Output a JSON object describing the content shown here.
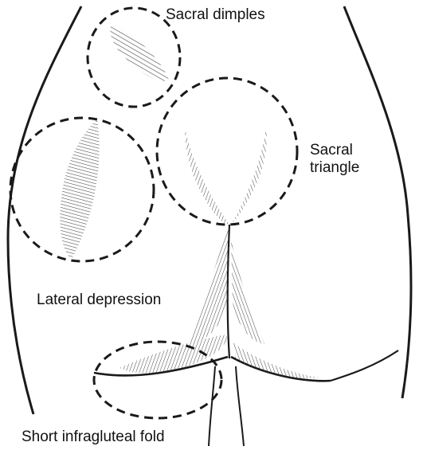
{
  "labels": {
    "sacral_dimples": "Sacral dimples",
    "sacral_triangle_line1": "Sacral",
    "sacral_triangle_line2": "triangle",
    "lateral_depression": "Lateral depression",
    "short_infragluteal_fold": "Short infragluteal fold"
  },
  "colors": {
    "ink": "#1a1a1a",
    "hatch": "#555555",
    "background": "#ffffff"
  }
}
